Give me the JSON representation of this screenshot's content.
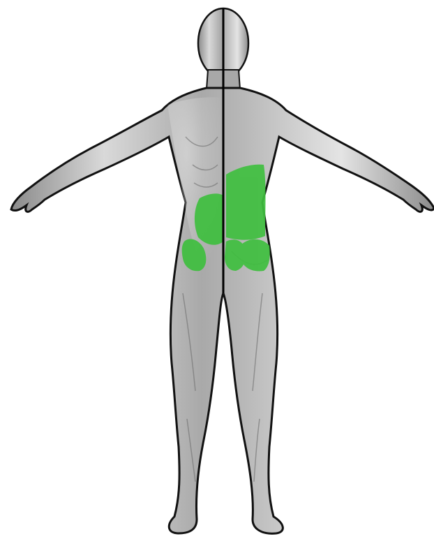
{
  "figure": {
    "background": "#ffffff",
    "colors": {
      "body_light": "#e6e6e6",
      "body_mid": "#b4b4b4",
      "body_dark": "#7d7d7d",
      "outline": "#111111",
      "highlight_green": "#3fbf3f",
      "divider": "#000000"
    },
    "views": [
      {
        "side": "front",
        "label": ""
      },
      {
        "side": "back",
        "label": ""
      }
    ],
    "highlighted_regions": [
      {
        "name": "front-lower-abdomen"
      },
      {
        "name": "front-left-thigh-upper"
      },
      {
        "name": "back-lower-back"
      },
      {
        "name": "back-left-buttock"
      },
      {
        "name": "back-right-buttock"
      }
    ]
  }
}
